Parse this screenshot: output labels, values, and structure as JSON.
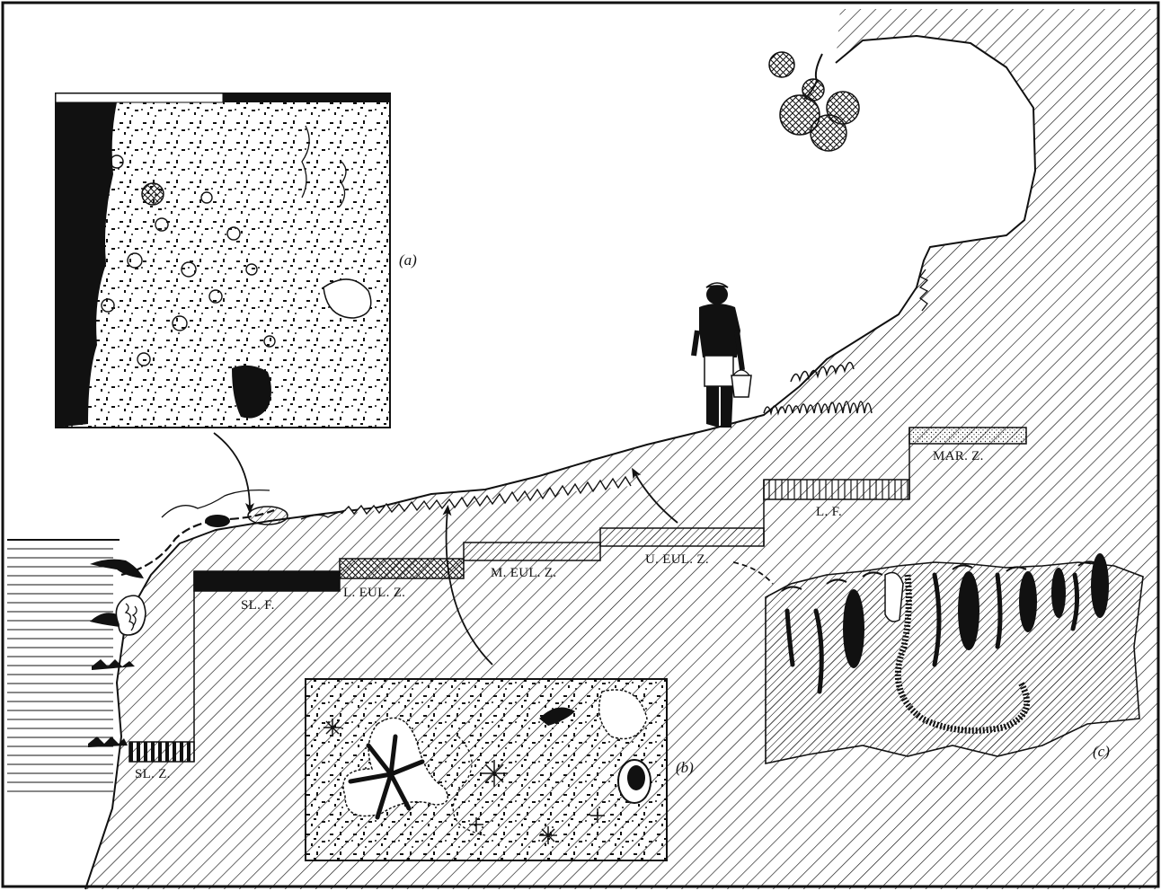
{
  "zones": [
    {
      "id": "sl-z",
      "label": "SL. Z.",
      "pattern": "vbars"
    },
    {
      "id": "sl-f",
      "label": "SL. F.",
      "pattern": "solid"
    },
    {
      "id": "l-eul",
      "label": "L. EUL. Z.",
      "pattern": "crosshatch"
    },
    {
      "id": "m-eul",
      "label": "M. EUL. Z.",
      "pattern": "diagonal"
    },
    {
      "id": "u-eul",
      "label": "U. EUL. Z.",
      "pattern": "diagonal"
    },
    {
      "id": "l-f",
      "label": "L. F.",
      "pattern": "fine-vbars"
    },
    {
      "id": "mar-z",
      "label": "MAR. Z.",
      "pattern": "stipple"
    }
  ],
  "panels": {
    "a": {
      "label": "(a)"
    },
    "b": {
      "label": "(b)"
    },
    "c": {
      "label": "(c)"
    }
  },
  "colors": {
    "ink": "#111111",
    "paper": "#ffffff"
  }
}
